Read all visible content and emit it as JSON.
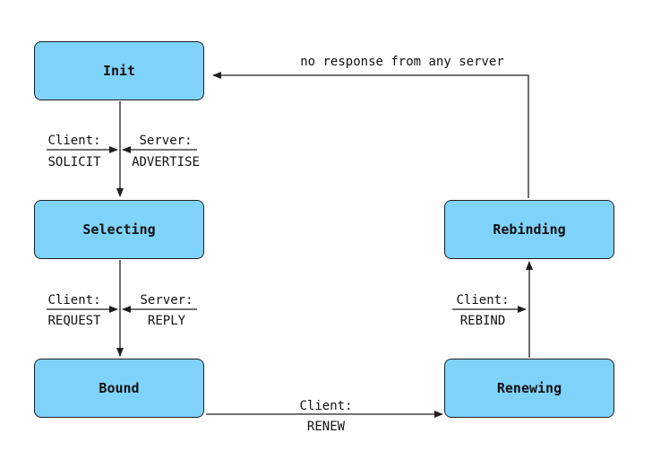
{
  "states": {
    "init": "Init",
    "selecting": "Selecting",
    "bound": "Bound",
    "renewing": "Renewing",
    "rebinding": "Rebinding"
  },
  "edges": {
    "init_selecting": {
      "client_title": "Client:",
      "client_msg": "SOLICIT",
      "server_title": "Server:",
      "server_msg": "ADVERTISE"
    },
    "selecting_bound": {
      "client_title": "Client:",
      "client_msg": "REQUEST",
      "server_title": "Server:",
      "server_msg": "REPLY"
    },
    "bound_renewing": {
      "title": "Client:",
      "msg": "RENEW"
    },
    "renewing_rebinding": {
      "title": "Client:",
      "msg": "REBIND"
    },
    "rebinding_init": {
      "label": "no response from any server"
    }
  },
  "colors": {
    "state_fill": "#7fd3fb",
    "line": "#1f1f1f"
  }
}
